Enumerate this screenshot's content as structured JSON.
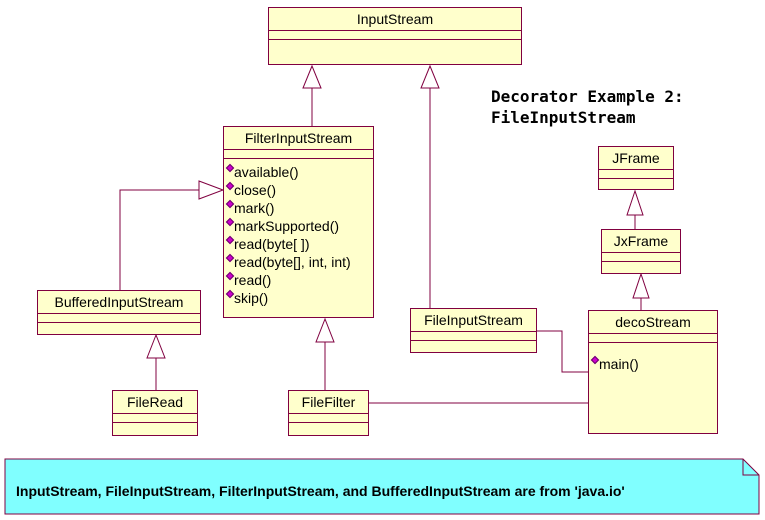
{
  "diagram": {
    "title_line1": "Decorator Example 2:",
    "title_line2": "FileInputStream",
    "colors": {
      "class_fill": "#ffffcc",
      "line": "#800040",
      "note_fill": "#80ffff",
      "operation_icon": "#cc00cc"
    },
    "classes": {
      "input_stream": {
        "name": "InputStream"
      },
      "filter_input_stream": {
        "name": "FilterInputStream",
        "operations": [
          "available()",
          "close()",
          "mark()",
          "markSupported()",
          "read(byte[ ])",
          "read(byte[], int, int)",
          "read()",
          "skip()"
        ]
      },
      "buffered_input_stream": {
        "name": "BufferedInputStream"
      },
      "file_read": {
        "name": "FileRead"
      },
      "file_filter": {
        "name": "FileFilter"
      },
      "file_input_stream": {
        "name": "FileInputStream"
      },
      "jframe": {
        "name": "JFrame"
      },
      "jxframe": {
        "name": "JxFrame"
      },
      "deco_stream": {
        "name": "decoStream",
        "operations": [
          "main()"
        ]
      }
    },
    "relationships": [
      {
        "type": "generalization",
        "from": "FilterInputStream",
        "to": "InputStream"
      },
      {
        "type": "generalization",
        "from": "FileInputStream",
        "to": "InputStream"
      },
      {
        "type": "generalization",
        "from": "BufferedInputStream",
        "to": "FilterInputStream"
      },
      {
        "type": "generalization",
        "from": "FileFilter",
        "to": "FilterInputStream"
      },
      {
        "type": "generalization",
        "from": "FileRead",
        "to": "BufferedInputStream"
      },
      {
        "type": "generalization",
        "from": "JxFrame",
        "to": "JFrame"
      },
      {
        "type": "generalization",
        "from": "decoStream",
        "to": "JxFrame"
      },
      {
        "type": "association",
        "from": "FileInputStream",
        "to": "decoStream"
      },
      {
        "type": "association",
        "from": "FileFilter",
        "to": "decoStream"
      }
    ],
    "note": "InputStream, FileInputStream, FilterInputStream, and BufferedInputStream are from 'java.io'"
  }
}
